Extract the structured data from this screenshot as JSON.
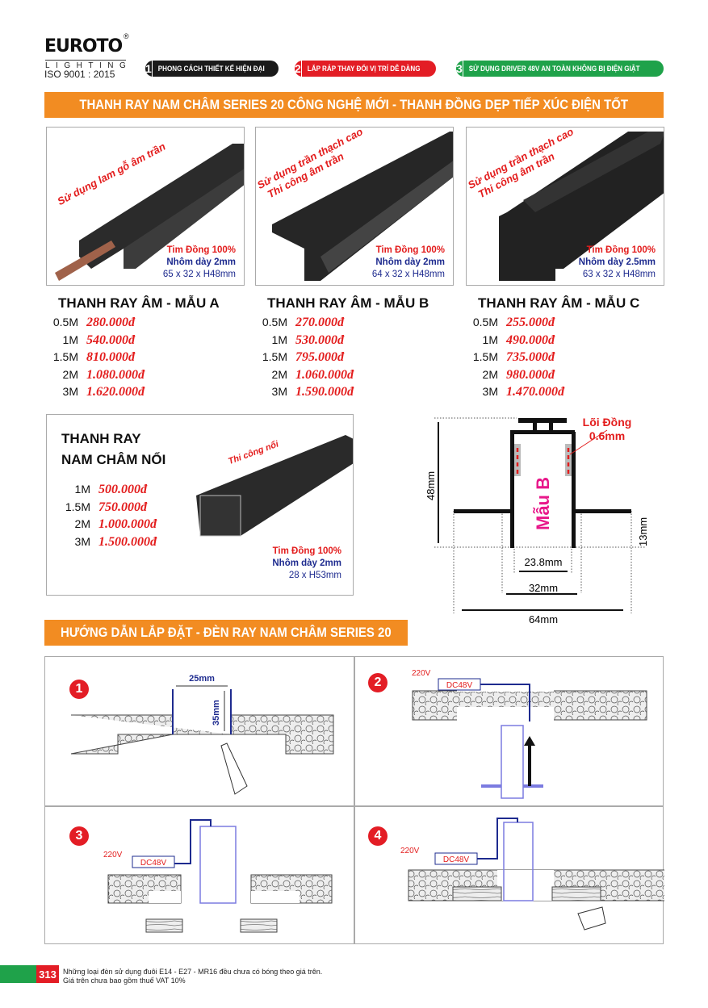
{
  "logo": {
    "brand": "EUROTO",
    "registered": "®",
    "sub": "LIGHTING",
    "iso": "ISO 9001 : 2015"
  },
  "badges": [
    {
      "num": "1",
      "text": "PHONG CÁCH THIẾT KẾ HIỆN ĐẠI",
      "color": "#1a1a1a"
    },
    {
      "num": "2",
      "text": "LẮP RÁP THAY ĐỔI VỊ TRÍ DỄ DÀNG",
      "color": "#e31d25"
    },
    {
      "num": "3",
      "text": "SỬ DỤNG DRIVER 48V AN TOÀN KHÔNG BỊ ĐIỆN GIẬT",
      "color": "#1fa24a"
    }
  ],
  "banner1": "THANH RAY NAM CHÂM SERIES 20 CÔNG NGHỆ MỚI - THANH ĐỒNG DẸP TIẾP XÚC ĐIỆN TỐT",
  "products": [
    {
      "title": "THANH RAY ÂM - MẪU A",
      "usage": [
        "Sử dụng lam gỗ âm trần"
      ],
      "core": "Tim Đồng 100%",
      "alu": "Nhôm dày 2mm",
      "dims": "65 x 32 x H48mm",
      "prices": [
        {
          "size": "0.5M",
          "price": "280.000đ"
        },
        {
          "size": "1M",
          "price": "540.000đ"
        },
        {
          "size": "1.5M",
          "price": "810.000đ"
        },
        {
          "size": "2M",
          "price": "1.080.000đ"
        },
        {
          "size": "3M",
          "price": "1.620.000đ"
        }
      ]
    },
    {
      "title": "THANH RAY ÂM - MẪU B",
      "usage": [
        "Sử dụng trần thạch cao",
        "Thi công âm trần"
      ],
      "core": "Tim Đồng 100%",
      "alu": "Nhôm dày 2mm",
      "dims": "64 x 32 x H48mm",
      "prices": [
        {
          "size": "0.5M",
          "price": "270.000đ"
        },
        {
          "size": "1M",
          "price": "530.000đ"
        },
        {
          "size": "1.5M",
          "price": "795.000đ"
        },
        {
          "size": "2M",
          "price": "1.060.000đ"
        },
        {
          "size": "3M",
          "price": "1.590.000đ"
        }
      ]
    },
    {
      "title": "THANH RAY ÂM - MẪU C",
      "usage": [
        "Sử dụng trần thạch cao",
        "Thi công âm trần"
      ],
      "core": "Tim Đồng 100%",
      "alu": "Nhôm dày 2.5mm",
      "dims": "63 x 32 x H48mm",
      "prices": [
        {
          "size": "0.5M",
          "price": "255.000đ"
        },
        {
          "size": "1M",
          "price": "490.000đ"
        },
        {
          "size": "1.5M",
          "price": "735.000đ"
        },
        {
          "size": "2M",
          "price": "980.000đ"
        },
        {
          "size": "3M",
          "price": "1.470.000đ"
        }
      ]
    }
  ],
  "floating": {
    "title1": "THANH RAY",
    "title2": "NAM CHÂM NỔI",
    "usage": "Thi công nổi",
    "core": "Tim Đồng 100%",
    "alu": "Nhôm dày 2mm",
    "dims": "28 x H53mm",
    "prices": [
      {
        "size": "1M",
        "price": "500.000đ"
      },
      {
        "size": "1.5M",
        "price": "750.000đ"
      },
      {
        "size": "2M",
        "price": "1.000.000đ"
      },
      {
        "size": "3M",
        "price": "1.500.000đ"
      }
    ]
  },
  "section_diagram": {
    "label": "Mẫu B",
    "core_label1": "Lõi Đồng",
    "core_label2": "0.6mm",
    "h48": "48mm",
    "h13": "13mm",
    "w238": "23.8mm",
    "w32": "32mm",
    "w64": "64mm"
  },
  "banner2": "HƯỚNG DẪN LẮP ĐẶT - ĐÈN RAY NAM CHÂM SERIES 20",
  "install": {
    "steps": [
      "1",
      "2",
      "3",
      "4"
    ],
    "w25": "25mm",
    "h35": "35mm",
    "v220": "220V",
    "dc48": "DC48V"
  },
  "footer": {
    "page": "313",
    "note1": "Những loại đèn sử dụng đuôi E14 - E27 - MR16 đều chưa có bóng theo giá trên.",
    "note2": "Giá trên chưa bao gồm thuế VAT 10%"
  }
}
